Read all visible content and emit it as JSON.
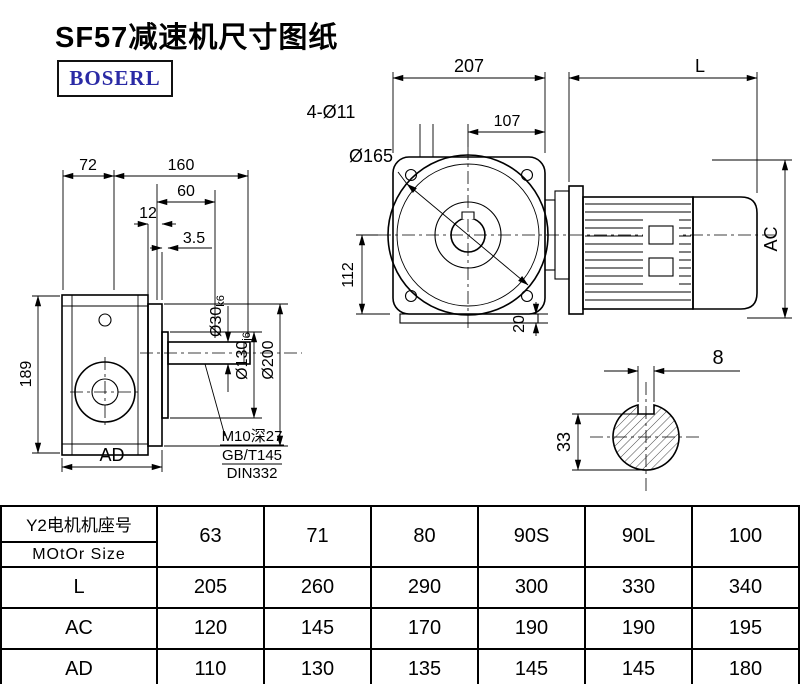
{
  "page": {
    "title": "SF57减速机尺寸图纸",
    "logo": "BOSERL"
  },
  "drawing": {
    "front": {
      "housing_width": "207",
      "motor_length": "L",
      "bolt_holes": "4-Ø11",
      "flange_dia": "Ø165",
      "center_to_face": "107",
      "center_height": "112",
      "foot_height": "20",
      "motor_height": "AC"
    },
    "side": {
      "dim_72": "72",
      "dim_160": "160",
      "dim_60": "60",
      "dim_12": "12",
      "dim_3_5": "3.5",
      "height_189": "189",
      "dim_ad": "AD",
      "shaft_dia": "Ø30",
      "shaft_tol": "k6",
      "spigot_dia": "Ø130",
      "spigot_tol": "j6",
      "flange_od": "Ø200",
      "tap_note_line1": "M10深27",
      "tap_note_line2": "GB/T145",
      "tap_note_line3": "DIN332"
    },
    "section": {
      "key_width": "8",
      "key_depth": "33"
    }
  },
  "table": {
    "header": {
      "line1": "Y2电机机座号",
      "line2": "MOtOr Size"
    },
    "sizes": [
      "63",
      "71",
      "80",
      "90S",
      "90L",
      "100"
    ],
    "rows": [
      {
        "label": "L",
        "values": [
          "205",
          "260",
          "290",
          "300",
          "330",
          "340"
        ]
      },
      {
        "label": "AC",
        "values": [
          "120",
          "145",
          "170",
          "190",
          "190",
          "195"
        ]
      },
      {
        "label": "AD",
        "values": [
          "110",
          "130",
          "135",
          "145",
          "145",
          "180"
        ]
      }
    ]
  }
}
